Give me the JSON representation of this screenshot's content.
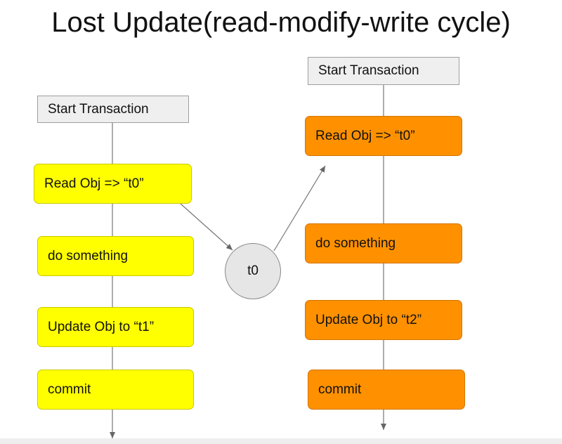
{
  "title": "Lost Update(read-modify-write cycle)",
  "left_transaction": {
    "start": "Start Transaction",
    "read": "Read Obj => “t0”",
    "do": "do something",
    "update": "Update Obj to “t1”",
    "commit": "commit"
  },
  "shared_value": "t0",
  "right_transaction": {
    "start": "Start Transaction",
    "read": "Read Obj  => “t0”",
    "do": "do something",
    "update": "Update Obj to “t2”",
    "commit": "commit"
  },
  "colors": {
    "left_steps": "#ffff00",
    "right_steps": "#ff9100",
    "start_box": "#efefef",
    "value_node": "#e6e6e6",
    "connector": "#777777"
  }
}
